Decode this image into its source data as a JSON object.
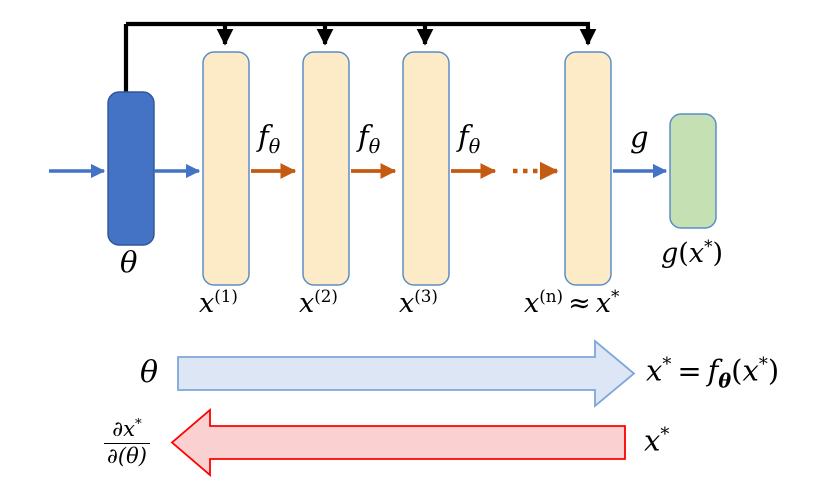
{
  "figure": {
    "title": "Deep equilibrium model unrolled computation graph",
    "type": "diagram"
  },
  "colors": {
    "theta_box_fill": "#4472C4",
    "theta_box_stroke": "#2E5699",
    "state_box_fill": "#FDEBC8",
    "state_box_stroke": "#5B8DC8",
    "output_box_fill": "#C5E0B3",
    "output_box_stroke": "#5B8DC8",
    "blue_arrow": "#4472C4",
    "orange_arrow": "#C55A11",
    "black_arrow": "#000000",
    "forward_arrow_fill": "#DCE6F5",
    "forward_arrow_stroke": "#7EA6DC",
    "backward_arrow_fill": "#FBD0D0",
    "backward_arrow_stroke": "#FF0000"
  },
  "nodes": {
    "parameter_box": {
      "label": "θ",
      "kind": "parameter"
    },
    "state_boxes": [
      {
        "label_base": "x",
        "label_sup": "(1)",
        "label_full": "x(1)"
      },
      {
        "label_base": "x",
        "label_sup": "(2)",
        "label_full": "x(2)"
      },
      {
        "label_base": "x",
        "label_sup": "(3)",
        "label_full": "x(3)"
      },
      {
        "label_base": "x",
        "label_sup": "(n)",
        "label_approx": "≈",
        "label_star_base": "x",
        "label_star_sup": "*",
        "label_full": "x(n) ≈ x*"
      }
    ],
    "output_box": {
      "label_fn": "g",
      "label_open": "(",
      "label_arg": "x",
      "label_sup": "*",
      "label_close": ")",
      "label_full": "g(x*)"
    }
  },
  "edges": {
    "transition_labels": [
      {
        "fn": "f",
        "sub": "θ",
        "full": "fθ"
      },
      {
        "fn": "f",
        "sub": "θ",
        "full": "fθ"
      },
      {
        "fn": "f",
        "sub": "θ",
        "full": "fθ"
      }
    ],
    "output_label": {
      "fn": "g",
      "full": "g"
    },
    "ellipsis_style": "dotted"
  },
  "forward_pass": {
    "left_label": "θ",
    "right_label": {
      "lhs_base": "x",
      "lhs_sup": "*",
      "eq": "=",
      "fn": "f",
      "fn_sub": "θ",
      "open": "(",
      "arg_base": "x",
      "arg_sup": "*",
      "close": ")",
      "full": "x* = fθ(x*)"
    },
    "direction": "right"
  },
  "backward_pass": {
    "left_label": {
      "numerator_partial": "∂",
      "numerator_base": "x",
      "numerator_sup": "*",
      "denominator_partial": "∂",
      "denominator_open": "(",
      "denominator_var": "θ",
      "denominator_close": ")",
      "full": "∂x* / ∂(θ)"
    },
    "right_label": {
      "base": "x",
      "sup": "*",
      "full": "x*"
    },
    "direction": "left"
  }
}
